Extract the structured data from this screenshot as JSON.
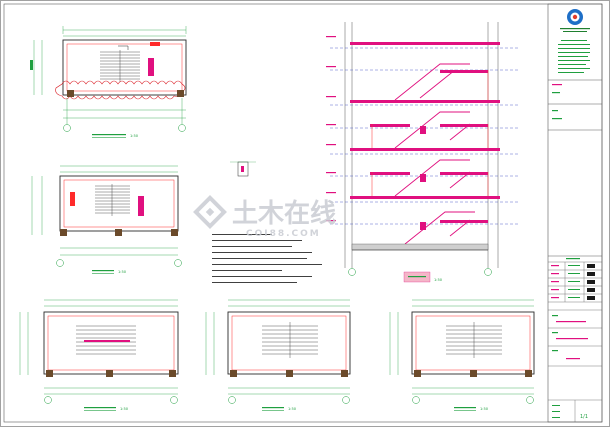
{
  "sheet": {
    "drawing_no": "1/1"
  },
  "plans": [
    {
      "id": "plan-top-left",
      "scale": "1:50"
    },
    {
      "id": "plan-mid-left",
      "scale": "1:50"
    },
    {
      "id": "plan-bottom-1",
      "scale": "1:50"
    },
    {
      "id": "plan-bottom-2",
      "scale": "1:50"
    },
    {
      "id": "plan-bottom-3",
      "scale": "1:50"
    }
  ],
  "section": {
    "scale": "1:50"
  },
  "watermark": {
    "cn": "土木在线",
    "en": "COI88.COM",
    "color": "#c9ccd3"
  },
  "colors": {
    "line": "#2b2b2b",
    "dim": "#1f9f3f",
    "grid": "#2f3fbf",
    "highlight": "#e0107f",
    "wall": "#ff2a2a",
    "cloud": "#d8141c",
    "column": "#6b4a2a",
    "frame": "#7a7a7a"
  }
}
